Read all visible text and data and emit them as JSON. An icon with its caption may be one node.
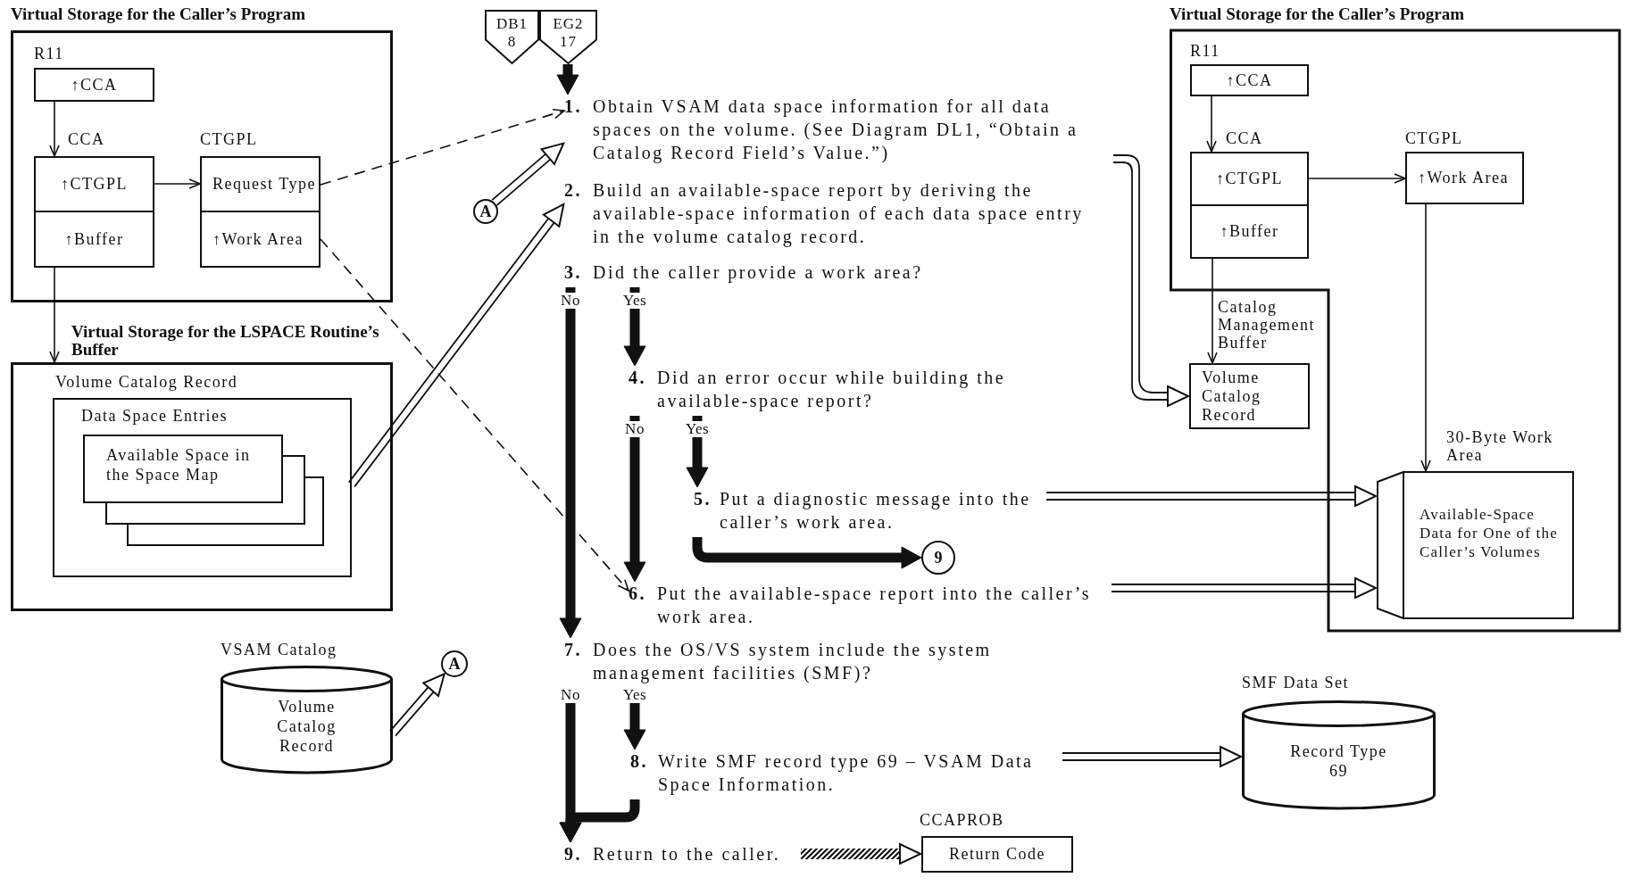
{
  "diagram": {
    "nodes": [
      {
        "text": [
          "Virtual Storage for the Caller’s Program"
        ]
      },
      {
        "text": [
          "↑CCA"
        ],
        "in": 0,
        "beside": [
          "R11"
        ]
      },
      {
        "text": [
          "↑CTGPL"
        ],
        "in": 0,
        "beside": [
          "CCA"
        ]
      },
      {
        "text": [
          "↑Buffer"
        ],
        "in": 0
      },
      {
        "text": [
          "Request Type"
        ],
        "in": 0,
        "beside": [
          "CTGPL"
        ]
      },
      {
        "text": [
          "↑Work Area"
        ],
        "in": 0
      },
      {
        "text": [
          "Virtual Storage for the LSPACE Routine’s Buffer",
          "Volume Catalog Record"
        ]
      },
      {
        "text": [
          "Data Space Entries"
        ],
        "in": 6
      },
      {
        "text": [
          "Available Space in the Space Map"
        ],
        "in": 7
      },
      {
        "text": [
          "VSAM Catalog",
          "Volume Catalog Record"
        ]
      },
      {
        "text": [
          "A"
        ]
      },
      {
        "text": [
          "DB1",
          "8"
        ]
      },
      {
        "text": [
          "EG2",
          "17"
        ]
      },
      {
        "text": [
          "A"
        ]
      },
      {
        "text": [
          "1.",
          "Obtain VSAM data space information for all data spaces on the volume.  (See Diagram DL1, “Obtain a Catalog Record Field’s Value.”)"
        ]
      },
      {
        "text": [
          "2.",
          "Build an available-space report by deriving the available-space information of each data space entry in the volume catalog record."
        ]
      },
      {
        "text": [
          "3.",
          "Did the caller provide a work area?"
        ]
      },
      {
        "text": [
          "4.",
          "Did an error occur while building the available-space report?"
        ]
      },
      {
        "text": [
          "5.",
          "Put a diagnostic message into the caller’s work area."
        ]
      },
      {
        "text": [
          "6.",
          "Put the available-space report into the caller’s work area."
        ]
      },
      {
        "text": [
          "7.",
          "Does the OS/VS system include the system management facilities (SMF)?"
        ]
      },
      {
        "text": [
          "8.",
          "Write SMF record type 69 – VSAM Data Space Information."
        ]
      },
      {
        "text": [
          "9.",
          "Return to the caller."
        ]
      },
      {
        "text": [
          "9"
        ]
      },
      {
        "text": [
          "Return Code"
        ],
        "beside": [
          "CCAPROB"
        ]
      },
      {
        "text": [
          "Virtual Storage for the Caller’s Program"
        ]
      },
      {
        "text": [
          "↑CCA"
        ],
        "in": 25,
        "beside": [
          "R11"
        ]
      },
      {
        "text": [
          "↑CTGPL"
        ],
        "in": 25,
        "beside": [
          "CCA"
        ]
      },
      {
        "text": [
          "↑Buffer"
        ],
        "in": 25
      },
      {
        "text": [
          "↑Work Area"
        ],
        "in": 25,
        "beside": [
          "CTGPL"
        ]
      },
      {
        "text": [
          "Volume Catalog Record"
        ],
        "beside": [
          "Catalog Management Buffer"
        ]
      },
      {
        "text": [
          "Available-Space Data for One of the Caller’s Volumes"
        ],
        "in": 25,
        "beside": [
          "30-Byte Work Area"
        ]
      },
      {
        "text": [
          "SMF Data Set",
          "Record Type 69"
        ]
      }
    ],
    "edges": [
      {
        "from": 1,
        "to": 2,
        "arrow": "to"
      },
      {
        "from": 2,
        "to": 4,
        "arrow": "to"
      },
      {
        "from": 3,
        "to": 6,
        "arrow": "to"
      },
      {
        "from": 4,
        "to": 14,
        "arrow": "to",
        "style": "dashed"
      },
      {
        "from": 5,
        "to": 19,
        "arrow": "to",
        "style": "dashed"
      },
      {
        "from": 7,
        "to": 15,
        "arrow": "to"
      },
      {
        "from": 9,
        "to": 10,
        "arrow": "to"
      },
      {
        "from": 13,
        "to": 14,
        "arrow": "to"
      },
      {
        "from": 12,
        "to": 14,
        "arrow": "to",
        "style": "thick"
      },
      {
        "from": 16,
        "to": 17,
        "arrow": "to",
        "style": "thick",
        "label": "Yes"
      },
      {
        "from": 16,
        "to": 20,
        "arrow": "to",
        "style": "thick",
        "label": "No"
      },
      {
        "from": 17,
        "to": 18,
        "arrow": "to",
        "style": "thick",
        "label": "Yes"
      },
      {
        "from": 17,
        "to": 19,
        "arrow": "to",
        "style": "thick",
        "label": "No"
      },
      {
        "from": 18,
        "to": 23,
        "arrow": "to",
        "style": "thick"
      },
      {
        "from": 20,
        "to": 21,
        "arrow": "to",
        "style": "thick",
        "label": "Yes"
      },
      {
        "from": 20,
        "to": 22,
        "arrow": "to",
        "style": "thick",
        "label": "No"
      },
      {
        "from": 21,
        "to": 22,
        "arrow": "to",
        "style": "thick"
      },
      {
        "from": 22,
        "to": 24,
        "arrow": "to",
        "style": "thick"
      },
      {
        "from": 14,
        "to": 30,
        "arrow": "to"
      },
      {
        "from": 18,
        "to": 31,
        "arrow": "to"
      },
      {
        "from": 19,
        "to": 31,
        "arrow": "to"
      },
      {
        "from": 21,
        "to": 32,
        "arrow": "to"
      },
      {
        "from": 26,
        "to": 27,
        "arrow": "to"
      },
      {
        "from": 27,
        "to": 29,
        "arrow": "to"
      },
      {
        "from": 28,
        "to": 30,
        "arrow": "to"
      },
      {
        "from": 29,
        "to": 31,
        "arrow": "to"
      }
    ]
  }
}
